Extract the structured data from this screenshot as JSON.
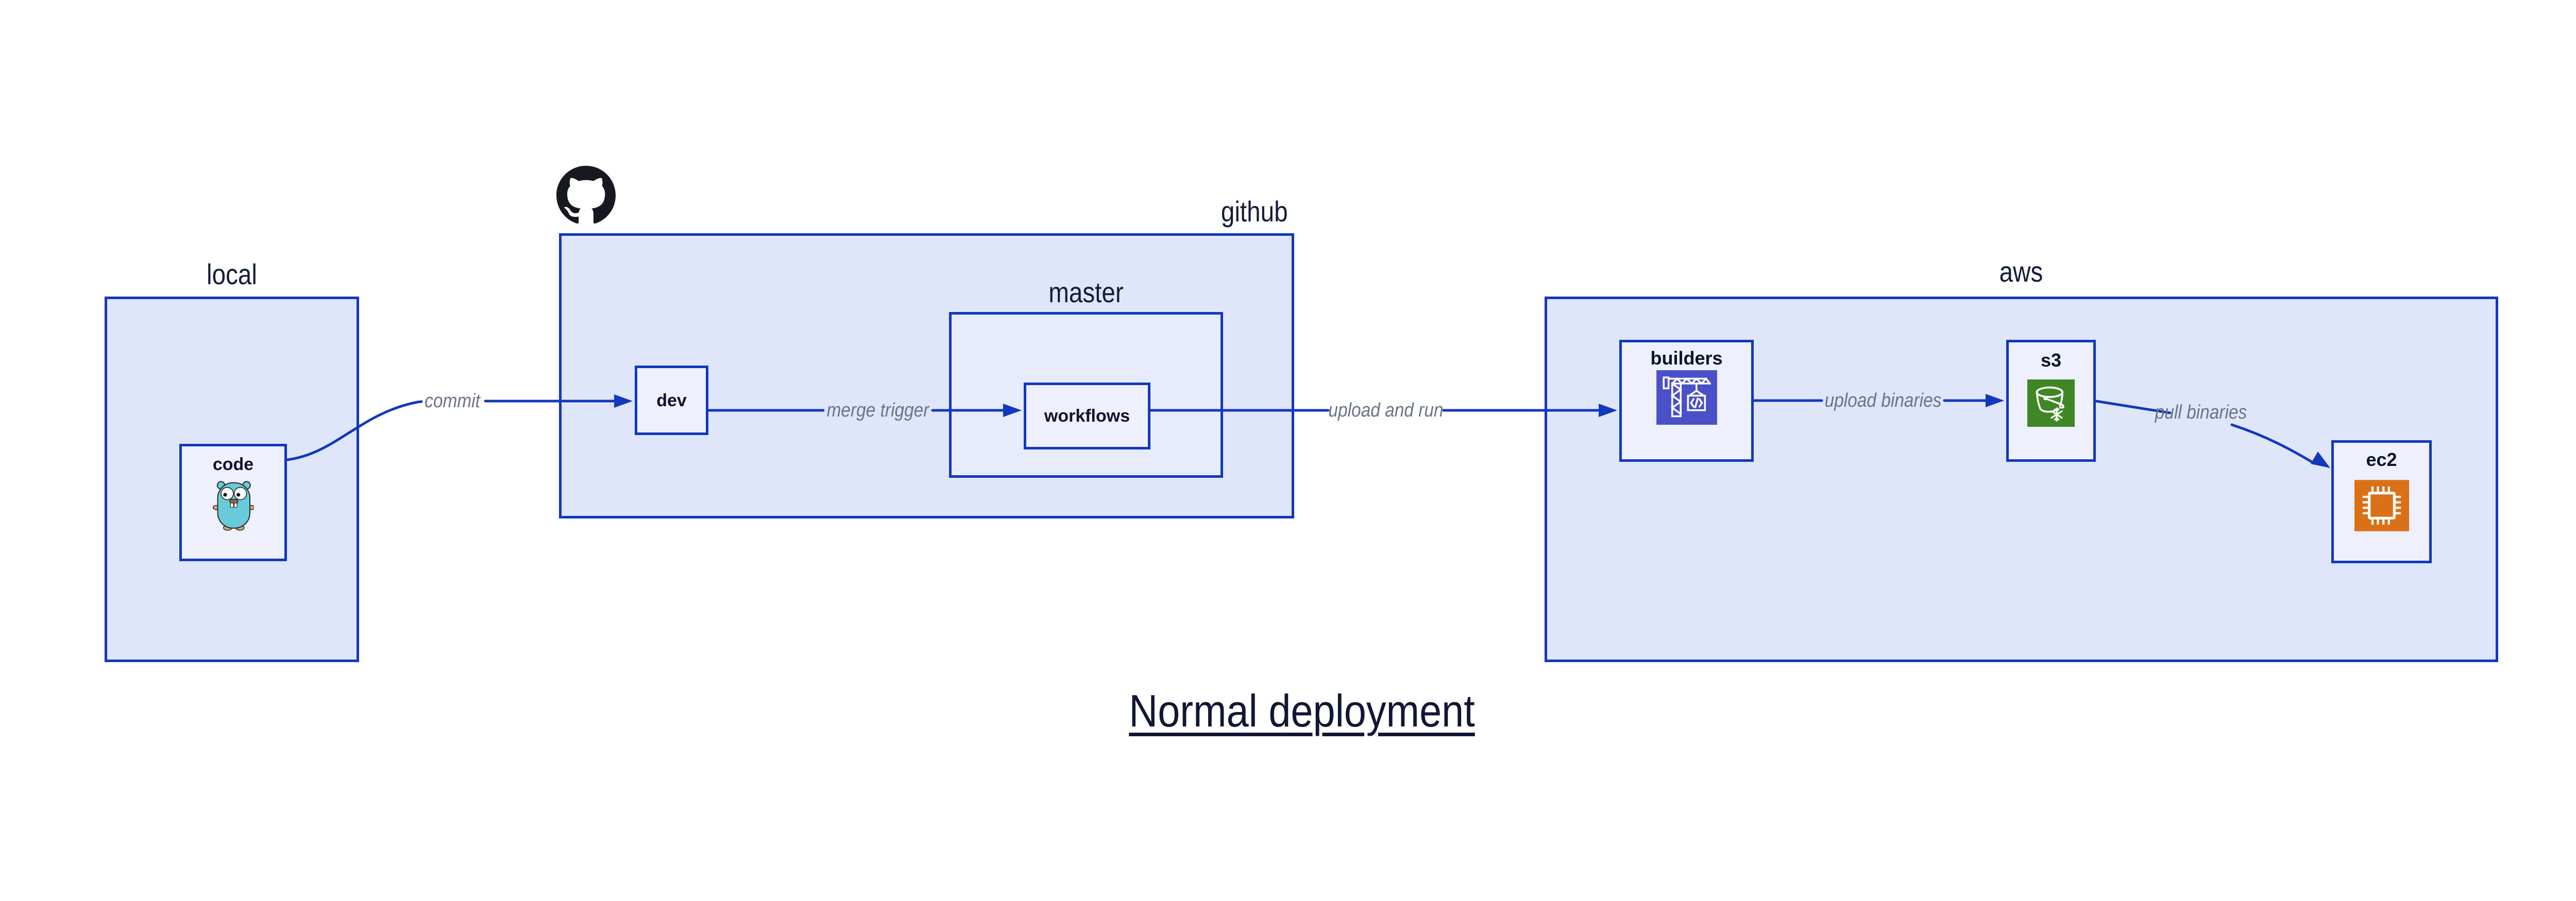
{
  "diagram": {
    "title": "Normal deployment",
    "containers": {
      "local": {
        "label": "local"
      },
      "github": {
        "label": "github"
      },
      "master": {
        "label": "master"
      },
      "aws": {
        "label": "aws"
      }
    },
    "nodes": {
      "code": {
        "label": "code",
        "icon": "go-gopher-icon"
      },
      "dev": {
        "label": "dev"
      },
      "workflows": {
        "label": "workflows"
      },
      "builders": {
        "label": "builders",
        "icon": "crane-icon",
        "icon_bg": "#4a50c8"
      },
      "s3": {
        "label": "s3",
        "icon": "bucket-snowflake-icon",
        "icon_bg": "#3f8624"
      },
      "ec2": {
        "label": "ec2",
        "icon": "cpu-chip-icon",
        "icon_bg": "#da7117"
      }
    },
    "edges": {
      "commit": {
        "label": "commit"
      },
      "merge_trigger": {
        "label": "merge trigger"
      },
      "upload_and_run": {
        "label": "upload and run"
      },
      "upload_binaries": {
        "label": "upload binaries"
      },
      "pull_binaries": {
        "label": "pull binaries"
      }
    },
    "icons": {
      "github_logo": "github-octocat-icon"
    },
    "colors": {
      "arrow": "#1238bc",
      "box_border": "#1238bc",
      "container_fill": "#dfe6fa",
      "master_fill": "#e6ecfb",
      "node_fill": "#eef1fd",
      "container_label": "#131c3a",
      "node_label": "#0c142e",
      "edge_label": "#6b7486",
      "title_color": "#101734",
      "octocat": "#16191f",
      "gopher_teal": "#67cbd9"
    }
  }
}
